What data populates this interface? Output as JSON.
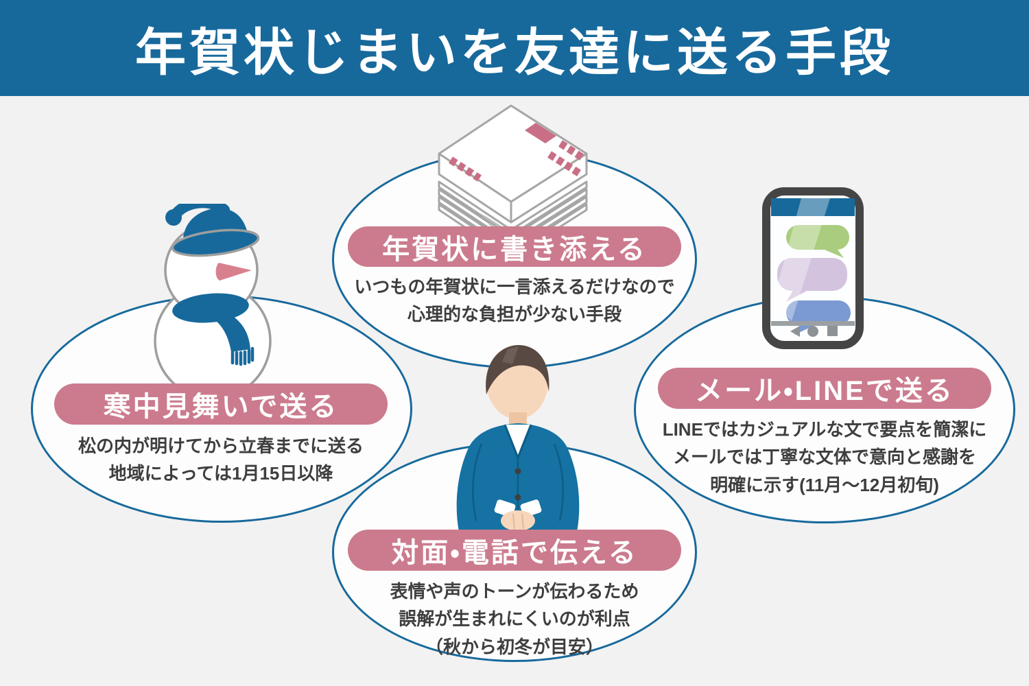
{
  "header": {
    "title": "年賀状じまいを友達に送る手段"
  },
  "cards": [
    {
      "id": "nengajo-kakisoeru",
      "position": "top-center",
      "title": "年賀状に書き添える",
      "lines": [
        "いつもの年賀状に一言添えるだけなので",
        "心理的な負担が少ない手段"
      ],
      "icon": "postcard-stack-icon"
    },
    {
      "id": "kanchumimai",
      "position": "left",
      "title": "寒中見舞いで送る",
      "lines": [
        "松の内が明けてから立春までに送る",
        "地域によっては1月15日以降"
      ],
      "icon": "snowman-icon"
    },
    {
      "id": "mail-line",
      "position": "right",
      "title": "メール・LINEで送る",
      "lines": [
        "LINEではカジュアルな文で要点を簡潔に",
        "メールでは丁寧な文体で意向と感謝を",
        "明確に示す(11月〜12月初旬)"
      ],
      "icon": "smartphone-chat-icon"
    },
    {
      "id": "taimen-denwa",
      "position": "bottom-center",
      "title": "対面・電話で伝える",
      "lines": [
        "表情や声のトーンが伝わるため",
        "誤解が生まれにくいのが利点",
        "（秋から初冬が目安）"
      ],
      "icon": "bowing-man-icon"
    }
  ],
  "colors": {
    "header_bg": "#17699c",
    "background": "#f2f2f2",
    "ellipse_fill": "#fdfdfd",
    "ellipse_border": "#17699c",
    "label_bg": "#cb7b8d",
    "label_text": "#ffffff",
    "body_text": "#3e3e3e",
    "outline_gray": "#9e9e9e",
    "postcard_pink": "#c96f85",
    "chat_green": "#a9cc7e",
    "chat_purple": "#d4c3df",
    "chat_blue": "#7b99d2",
    "phone_frame": "#454545",
    "suit_blue": "#1572a2",
    "hair_brown": "#584a42",
    "skin": "#f7d7bc",
    "nose_pink": "#d9808f"
  }
}
